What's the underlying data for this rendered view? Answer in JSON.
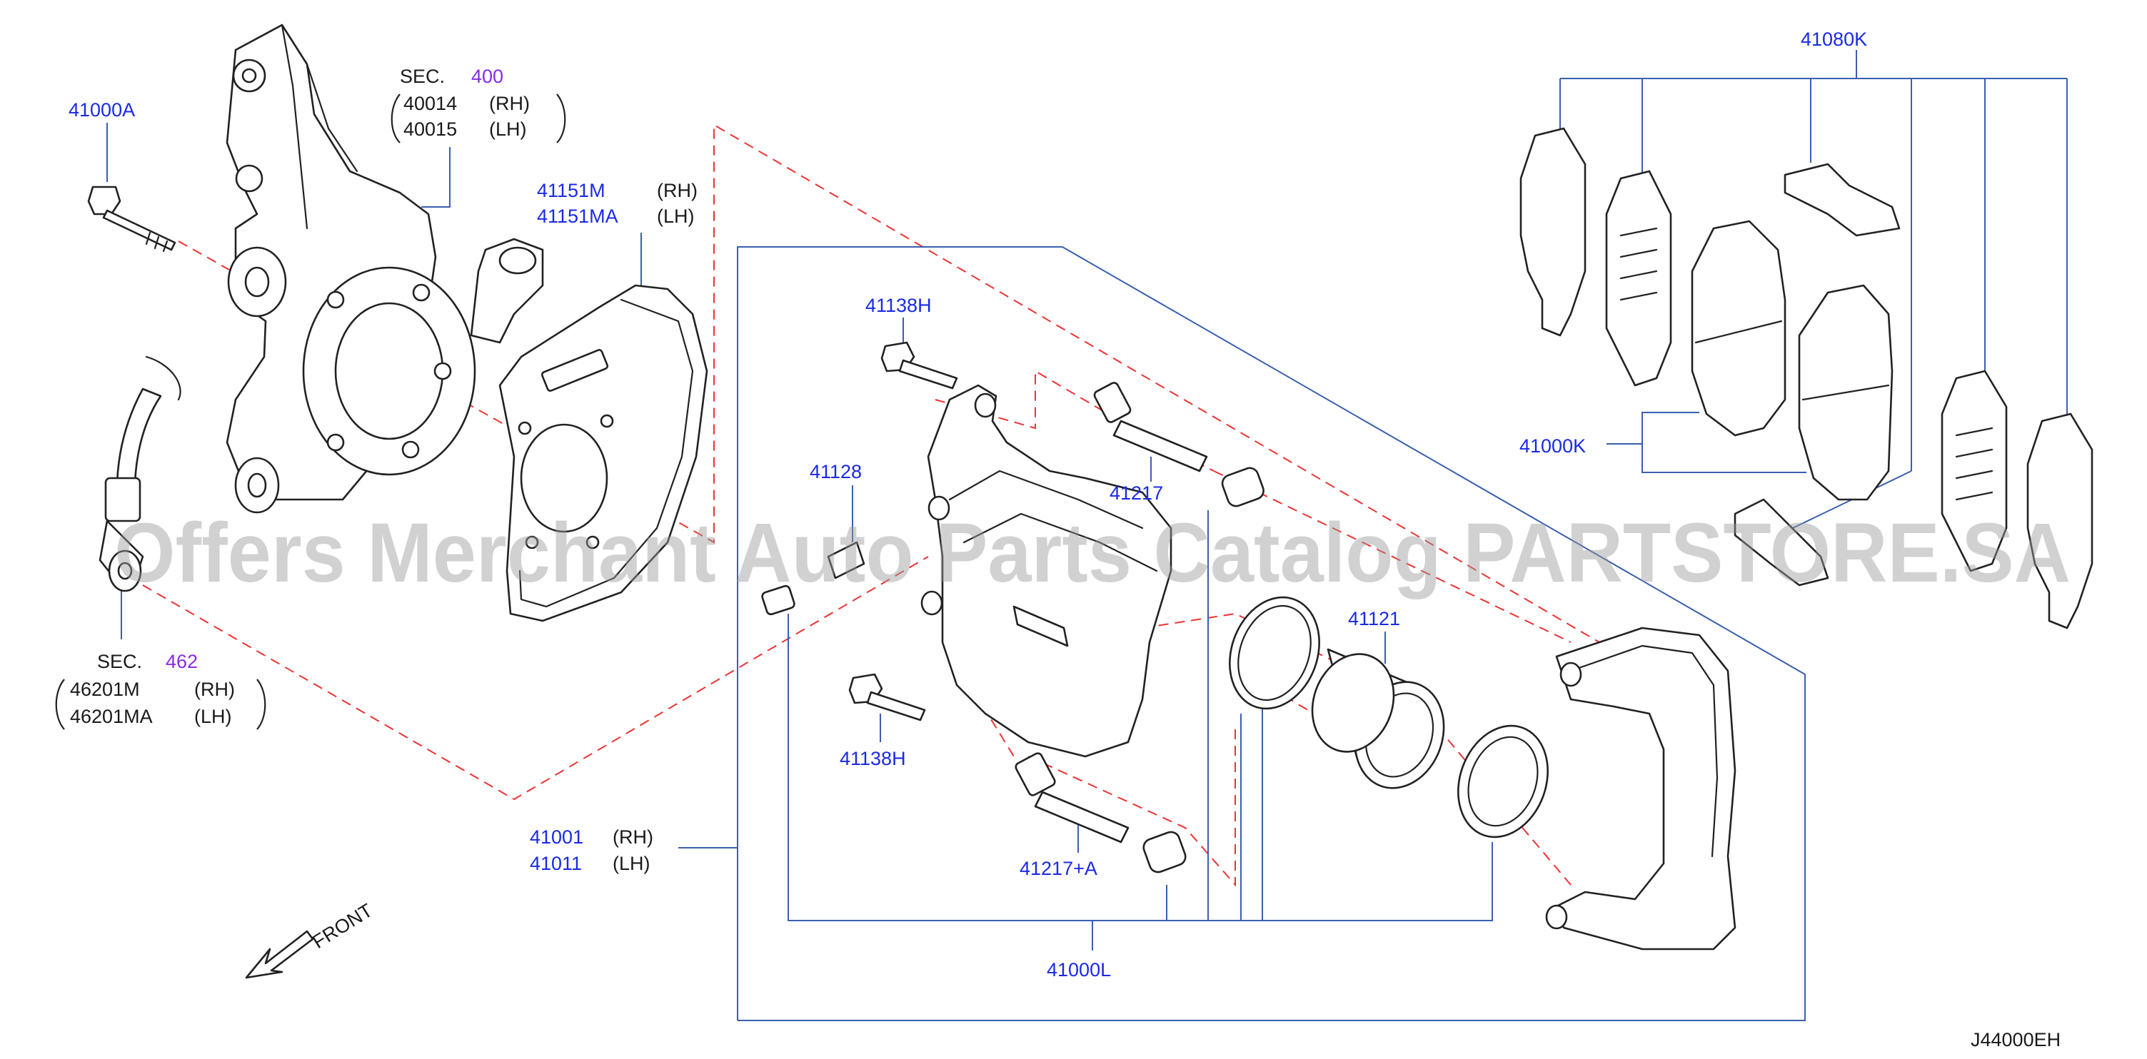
{
  "labels": {
    "sec400_sec": "SEC.",
    "sec400_num": "400",
    "sec400_rh_part": "40014",
    "sec400_rh": "(RH)",
    "sec400_lh_part": "40015",
    "sec400_lh": "(LH)",
    "p41000A": "41000A",
    "p41151M": "41151M",
    "p41151M_side": "(RH)",
    "p41151MA": "41151MA",
    "p41151MA_side": "(LH)",
    "p41138H_top": "41138H",
    "p41128": "41128",
    "p41217": "41217",
    "p41121": "41121",
    "p41138H_bottom": "41138H",
    "p41217A": "41217+A",
    "p41000L": "41000L",
    "p41001": "41001",
    "p41001_side": "(RH)",
    "p41011": "41011",
    "p41011_side": "(LH)",
    "sec462_sec": "SEC.",
    "sec462_num": "462",
    "sec462_rh_part": "46201M",
    "sec462_rh": "(RH)",
    "sec462_lh_part": "46201MA",
    "sec462_lh": "(LH)",
    "p41080K": "41080K",
    "p41000K": "41000K",
    "front": "FRONT",
    "diagram_code": "J44000EH"
  },
  "watermark": "Offers Merchant Auto Parts Catalog PARTSTORE.SA",
  "colors": {
    "part_number": "#1a2ae6",
    "section_number": "#8a2be2",
    "leader_line": "#3a5fb0",
    "dashed_line": "#e33333",
    "drawing": "#222222"
  }
}
